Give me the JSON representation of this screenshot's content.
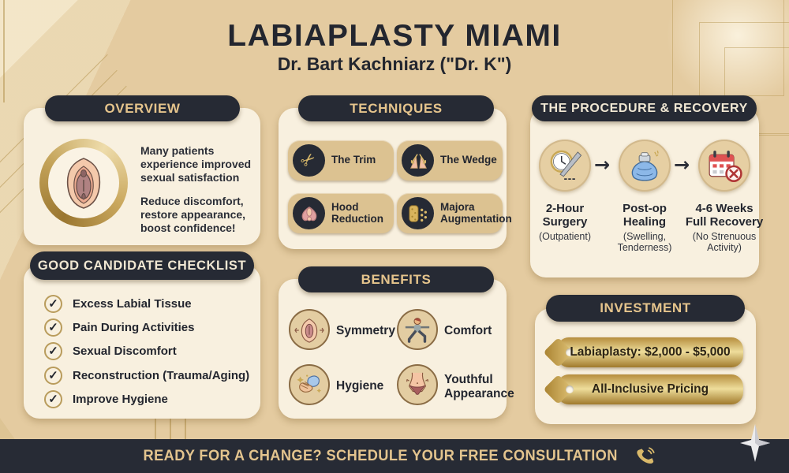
{
  "header": {
    "title": "LABIAPLASTY MIAMI",
    "subtitle": "Dr. Bart Kachniarz (\"Dr. K\")"
  },
  "overview": {
    "header": "OVERVIEW",
    "para1": "Many patients experience improved sexual satisfaction",
    "para2": "Reduce discomfort, restore appearance, boost confidence!",
    "illustration_icon": "anatomy-illustration-icon"
  },
  "checklist": {
    "header": "GOOD CANDIDATE CHECKLIST",
    "check_icon": "check-icon",
    "check_glyph": "✓",
    "items": [
      "Excess Labial Tissue",
      "Pain During Activities",
      "Sexual Discomfort",
      "Reconstruction (Trauma/Aging)",
      "Improve Hygiene"
    ]
  },
  "techniques": {
    "header": "TECHNIQUES",
    "items": [
      {
        "label": "The Trim",
        "icon": "scissors-icon",
        "glyph": "✂"
      },
      {
        "label": "The Wedge",
        "icon": "wedge-icon"
      },
      {
        "label": "Hood Reduction",
        "icon": "hood-reduction-icon"
      },
      {
        "label": "Majora Augmentation",
        "icon": "sponge-icon"
      }
    ]
  },
  "benefits": {
    "header": "BENEFITS",
    "items": [
      {
        "label": "Symmetry",
        "icon": "symmetry-icon"
      },
      {
        "label": "Comfort",
        "icon": "yoga-pose-icon"
      },
      {
        "label": "Hygiene",
        "icon": "hand-wash-icon"
      },
      {
        "label": "Youthful Appearance",
        "icon": "torso-icon"
      }
    ]
  },
  "procedure": {
    "header": "THE PROCEDURE & RECOVERY",
    "arrow": "→",
    "steps": [
      {
        "title": "2-Hour Surgery",
        "note": "(Outpatient)",
        "icon": "clock-scalpel-icon"
      },
      {
        "title": "Post-op Healing",
        "note": "(Swelling, Tenderness)",
        "icon": "ice-pack-icon"
      },
      {
        "title": "4-6 Weeks Full Recovery",
        "note": "(No Strenuous Activity)",
        "icon": "calendar-restriction-icon"
      }
    ]
  },
  "investment": {
    "header": "INVESTMENT",
    "tags": [
      "Labiaplasty: $2,000 - $5,000",
      "All-Inclusive Pricing"
    ]
  },
  "footer": {
    "cta": "READY FOR A CHANGE? SCHEDULE YOUR FREE CONSULTATION",
    "phone_icon": "phone-icon"
  },
  "colors": {
    "background": "#e4cba0",
    "card": "#f8f0df",
    "pill_dark": "#262a34",
    "pill_gold_text": "#e5c48c",
    "pill_cream_text": "#f0e7d3",
    "ink": "#23262f",
    "gold_accent": "#b99745",
    "tech_card": "#dcc291",
    "tag_gold_mid": "#eedd9b",
    "footer_bg": "#272b35"
  }
}
